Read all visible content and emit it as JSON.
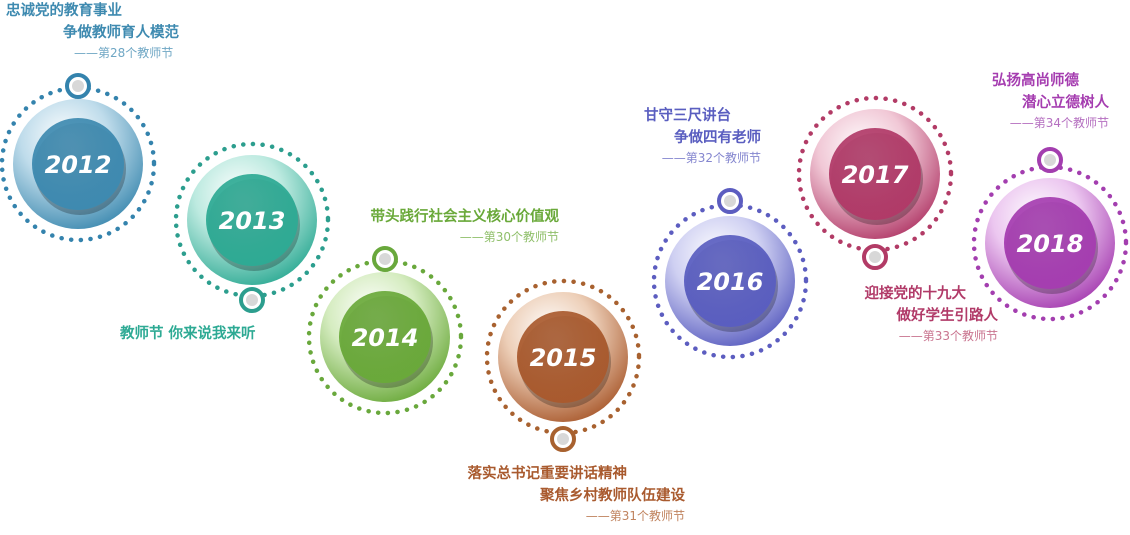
{
  "nodes": [
    {
      "year": "2012",
      "color": "#3e8ab0",
      "light": "#bfdceb",
      "ring": "#3483ad",
      "caption": {
        "line1": "忠诚党的教育事业",
        "line2": "争做教师育人模范",
        "edition": "——第28个教师节"
      }
    },
    {
      "year": "2013",
      "color": "#2eaa94",
      "light": "#bdeae0",
      "ring": "#2c9e8e",
      "caption": {
        "line1": "教师节 你来说我来听",
        "line2": "",
        "edition": ""
      }
    },
    {
      "year": "2014",
      "color": "#6aa93a",
      "light": "#d5ecc0",
      "ring": "#69a83c",
      "caption": {
        "line1": "带头践行社会主义核心价值观",
        "line2": "",
        "edition": "——第30个教师节"
      }
    },
    {
      "year": "2015",
      "color": "#a95a2e",
      "light": "#edcfb8",
      "ring": "#a8612f",
      "caption": {
        "line1": "落实总书记重要讲话精神",
        "line2": "聚焦乡村教师队伍建设",
        "edition": "——第31个教师节"
      }
    },
    {
      "year": "2016",
      "color": "#5a5ec0",
      "light": "#cfd0f2",
      "ring": "#5c5dc0",
      "caption": {
        "line1": "甘守三尺讲台",
        "line2": "争做四有老师",
        "edition": "——第32个教师节"
      }
    },
    {
      "year": "2017",
      "color": "#b13a68",
      "light": "#f1c8d6",
      "ring": "#b23b66",
      "caption": {
        "line1": "迎接党的十九大",
        "line2": "做好学生引路人",
        "edition": "——第33个教师节"
      }
    },
    {
      "year": "2018",
      "color": "#a53db0",
      "light": "#ecc7f0",
      "ring": "#a33eaf",
      "caption": {
        "line1": "弘扬高尚师德",
        "line2": "潜心立德树人",
        "edition": "——第34个教师节"
      }
    }
  ]
}
